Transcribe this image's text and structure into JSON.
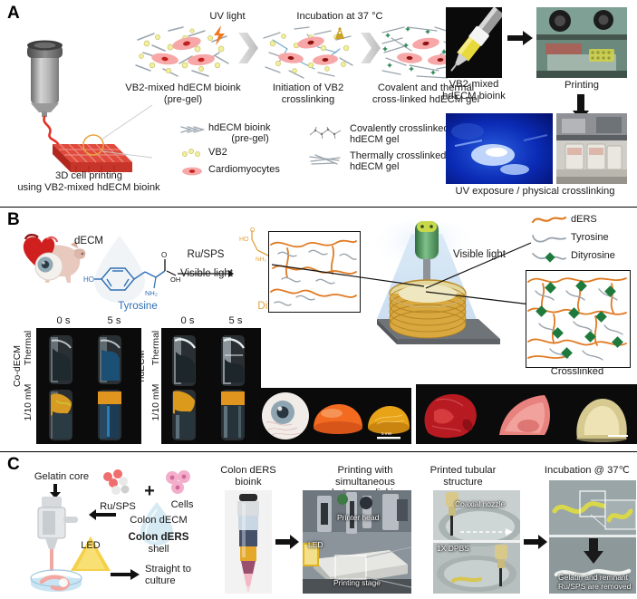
{
  "figure": {
    "panels": [
      "A",
      "B",
      "C"
    ]
  },
  "panelA": {
    "letter": "A",
    "printer_caption_line1": "3D cell printing",
    "printer_caption_line2": "using VB2-mixed hdECM bioink",
    "step1_line1": "VB2-mixed hdECM bioink",
    "step1_line2": "(pre-gel)",
    "uv_label": "UV light",
    "step2_line1": "Initiation of VB2",
    "step2_line2": "crosslinking",
    "incubation_label": "Incubation at 37 °C",
    "step3_line1": "Covalent and thermal",
    "step3_line2": "cross-linked hdECM gel",
    "legend": [
      {
        "icon": "chevron-lines-icon",
        "line1": "hdECM bioink",
        "line2": "(pre-gel)"
      },
      {
        "icon": "yellow-dots-icon",
        "line1": "VB2",
        "line2": ""
      },
      {
        "icon": "pink-cell-icon",
        "line1": "Cardiomyocytes",
        "line2": ""
      },
      {
        "icon": "covalent-network-icon",
        "line1": "Covalently crosslinked",
        "line2": "hdECM gel"
      },
      {
        "icon": "thermal-fibers-icon",
        "line1": "Thermally crosslinked",
        "line2": "hdECM gel"
      }
    ],
    "photos": {
      "syringe_line1": "VB2-mixed",
      "syringe_line2": "hdECM bioink",
      "printing": "Printing",
      "uv_exposure": "UV exposure / physical crosslinking"
    }
  },
  "panelB": {
    "letter": "B",
    "decm_label": "dECM",
    "tyrosine_label": "Tyrosine",
    "reagent_label": "Ru/SPS",
    "light_label": "Visible light",
    "dityrosine_label": "Dityrosine",
    "visible_light_label": "Visible light",
    "crosslinked_label": "Crosslinked",
    "legend": [
      {
        "icon": "orange-chain-icon",
        "label": "dERS",
        "color": "#E07B24"
      },
      {
        "icon": "gray-chain-icon",
        "label": "Tyrosine",
        "color": "#8a8a8a"
      },
      {
        "icon": "green-diamond-chain-icon",
        "label": "Dityrosine",
        "color": "#1E7A3C"
      }
    ],
    "tubes": {
      "left_group_label": "Co-dECM",
      "right_group_label": "hdECM",
      "row1_label": "Thermal",
      "row2_label": "1/10 mM",
      "col_labels": [
        "0 s",
        "5 s"
      ]
    },
    "scale_bar": "5 mm"
  },
  "panelC": {
    "letter": "C",
    "gelatin_core_label": "Gelatin core",
    "rusps_label": "Ru/SPS",
    "plus_label": "+",
    "cells_label": "Cells",
    "colon_decm_label": "Colon dECM",
    "colon_ders_label": "Colon dERS",
    "shell_label": "shell",
    "led_label": "LED",
    "straight_line1": "Straight to",
    "straight_line2": "culture",
    "bioink_line1": "Colon dERS",
    "bioink_line2": "bioink",
    "printing_line1": "Printing with",
    "printing_line2": "simultaneous photocrosslinking",
    "printer_head_label": "Printer head",
    "led_photo_label": "LED",
    "printing_stage_label": "Printing stage",
    "tubular_line1": "Printed tubular",
    "tubular_line2": "structure",
    "coaxial_nozzle_label": "Coaxial nozzle",
    "dpbs_label": "1X DPBS",
    "incubation_label": "Incubation @ 37℃",
    "removed_line1": "Gelatin and remnant",
    "removed_line2": "Ru/SPS are removed"
  },
  "colors": {
    "accent_red": "#E33127",
    "accent_orange": "#E07B24",
    "accent_yellow": "#D9C84A",
    "accent_pink": "#F08080",
    "accent_green": "#1E7A3C",
    "accent_blue": "#2F6FB5",
    "gray": "#8a8a8a"
  }
}
